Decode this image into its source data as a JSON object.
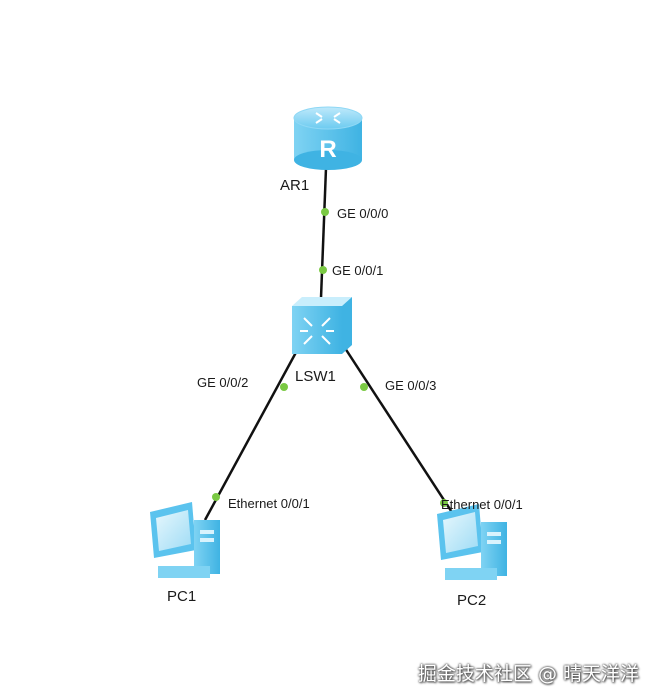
{
  "devices": {
    "router": {
      "name": "AR1",
      "glyph": "R"
    },
    "switch": {
      "name": "LSW1"
    },
    "pc1": {
      "name": "PC1"
    },
    "pc2": {
      "name": "PC2"
    }
  },
  "links": [
    {
      "from": "AR1",
      "to": "LSW1",
      "from_port": "GE 0/0/0",
      "to_port": "GE 0/0/1"
    },
    {
      "from": "LSW1",
      "to": "PC1",
      "from_port": "GE 0/0/2",
      "to_port": "Ethernet 0/0/1"
    },
    {
      "from": "LSW1",
      "to": "PC2",
      "from_port": "GE 0/0/3",
      "to_port": "Ethernet 0/0/1"
    }
  ],
  "colors": {
    "link": "#111111",
    "port_dot": "#7ac943",
    "device_blue": "#5bc3ee"
  },
  "watermark": "掘金技术社区 @ 晴天洋洋"
}
